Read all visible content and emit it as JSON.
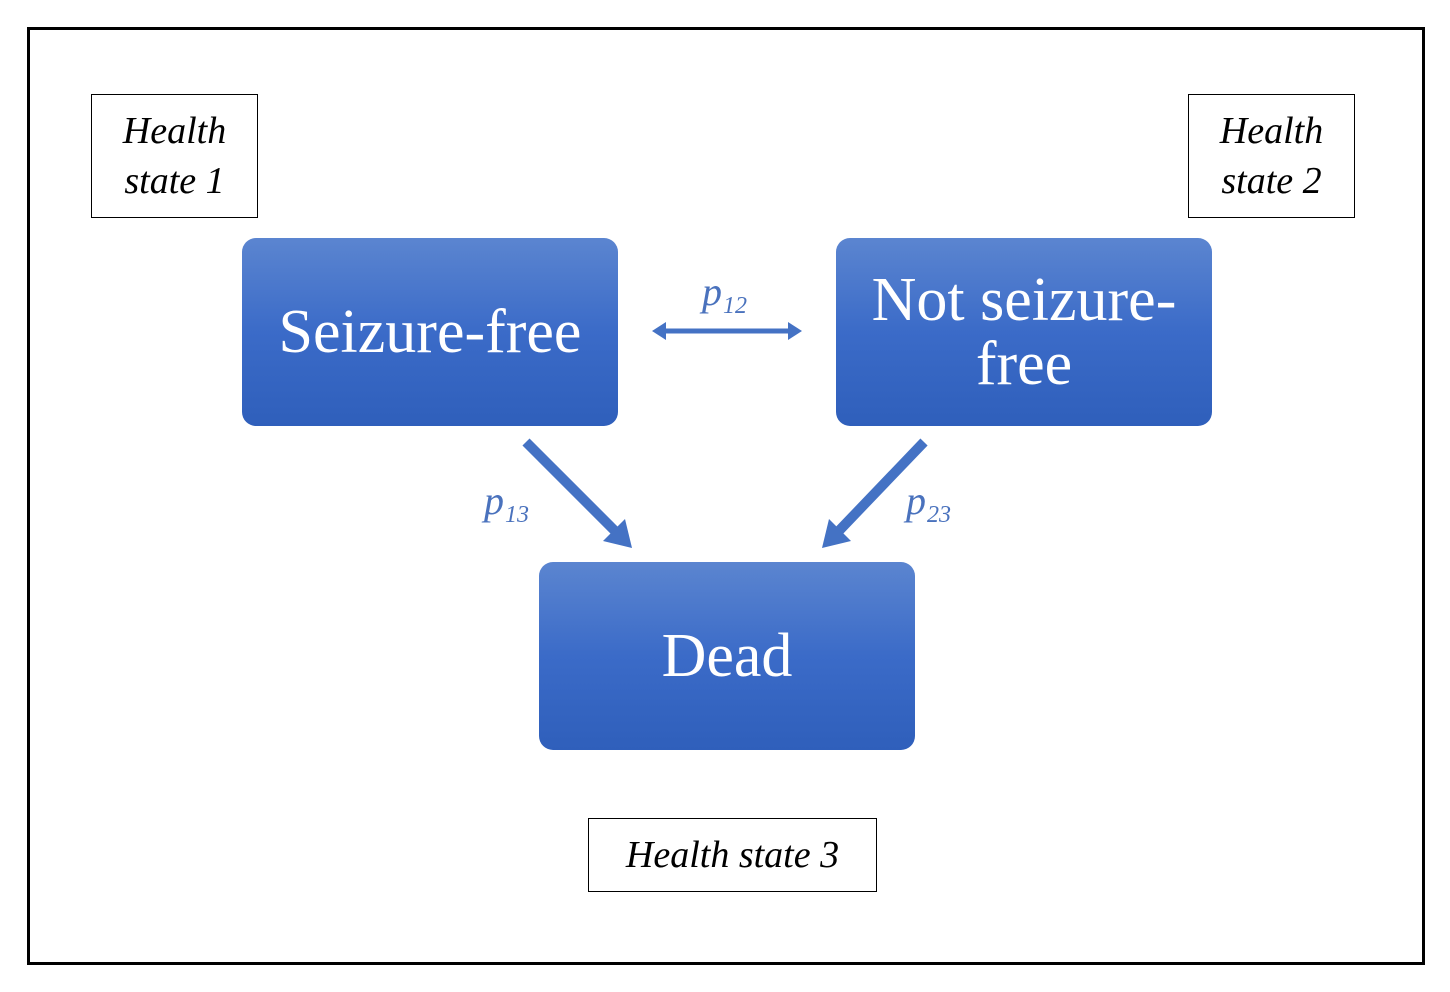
{
  "labels": {
    "state1": "Health state 1",
    "state2": "Health state 2",
    "state3": "Health state 3"
  },
  "states": {
    "seizure_free": "Seizure-free",
    "not_seizure_free": "Not seizure-free",
    "dead": "Dead"
  },
  "transitions": {
    "p12": {
      "symbol": "p",
      "subscript": "12"
    },
    "p13": {
      "symbol": "p",
      "subscript": "13"
    },
    "p23": {
      "symbol": "p",
      "subscript": "23"
    }
  },
  "colors": {
    "state_fill": "#3b6bc8",
    "arrow": "#4472c4",
    "prob_text": "#4a72bd"
  }
}
